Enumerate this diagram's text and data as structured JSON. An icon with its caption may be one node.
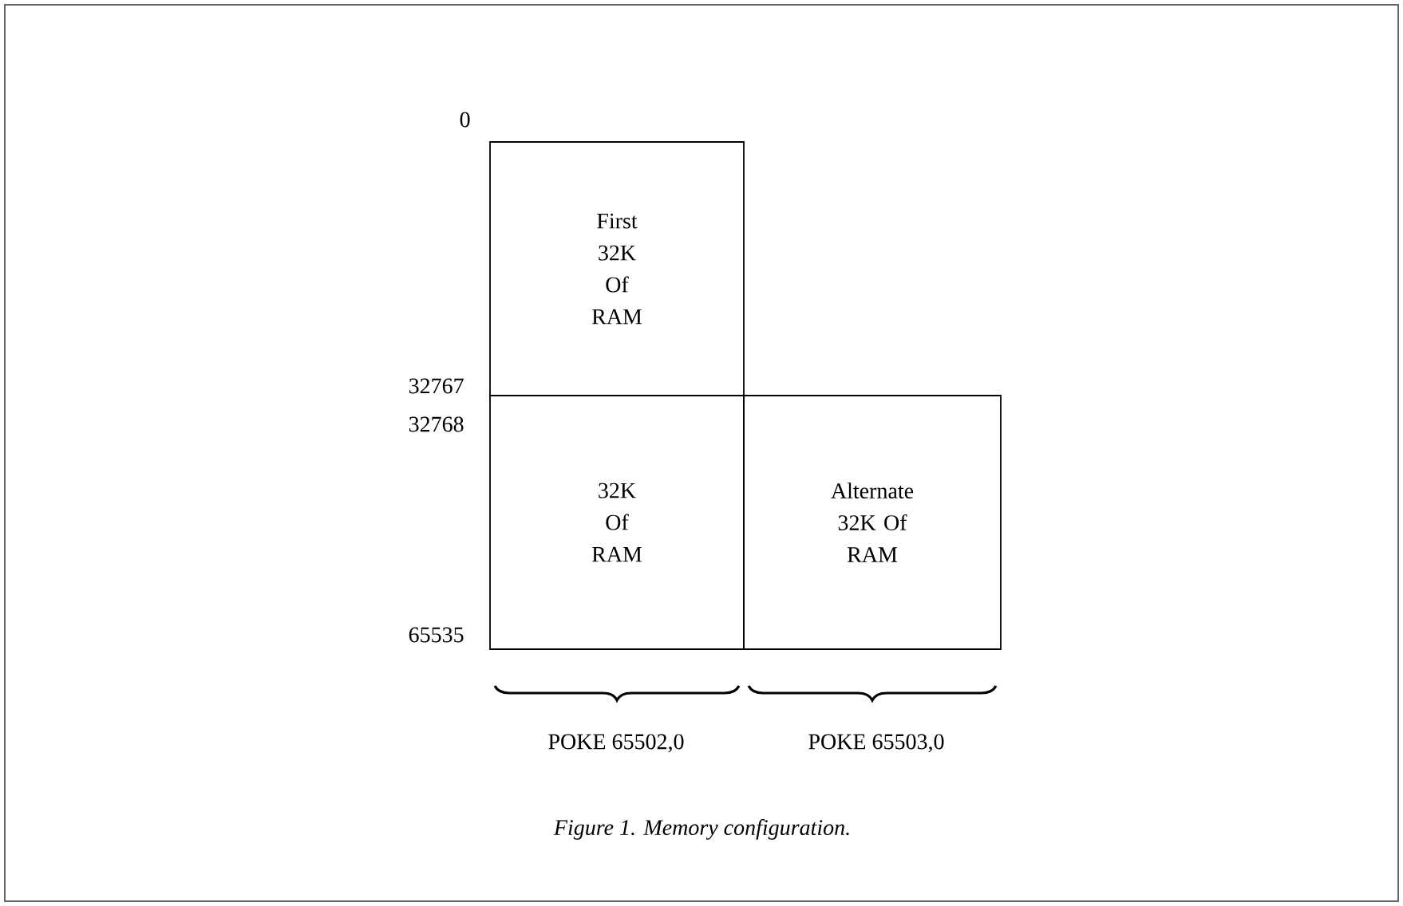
{
  "diagram": {
    "caption": "Figure 1. Memory configuration.",
    "nodes": [
      {
        "text": [
          "First 32K Of RAM"
        ]
      },
      {
        "text": [
          "32K Of RAM"
        ]
      },
      {
        "text": [
          "Alternate 32K Of RAM"
        ]
      }
    ],
    "labels": [
      "0",
      "32767",
      "32768",
      "65535",
      "POKE 65502,0",
      "POKE 65503,0"
    ]
  }
}
